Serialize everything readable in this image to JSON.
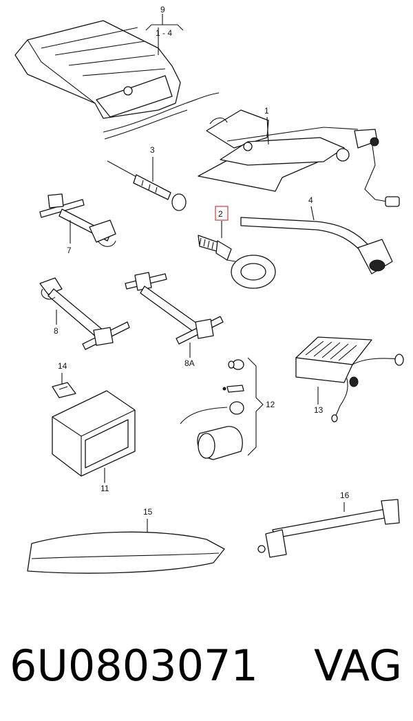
{
  "callouts": {
    "c1": "1",
    "c2": "2",
    "c3": "3",
    "c4": "4",
    "c7": "7",
    "c8": "8",
    "c8a": "8A",
    "c9": "9",
    "c9_range": "1 - 4",
    "c11": "11",
    "c12": "12",
    "c13": "13",
    "c14": "14",
    "c15": "15",
    "c16": "16"
  },
  "highlight_color": "#d23b3b",
  "footer": {
    "part_number": "6U0803071",
    "brand": "VAG"
  }
}
